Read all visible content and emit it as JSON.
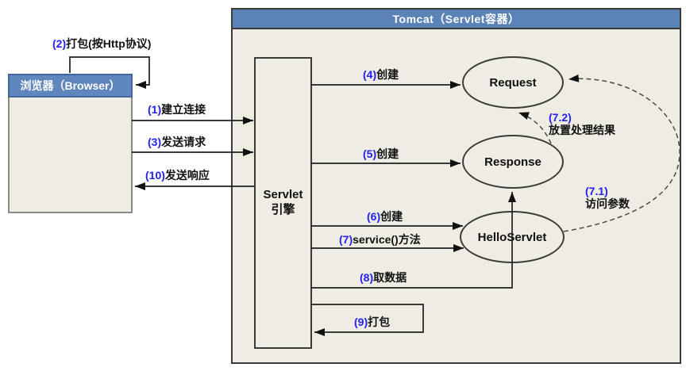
{
  "diagram": {
    "tomcat_title": "Tomcat（Servlet容器）",
    "browser_title": "浏览器（Browser）",
    "engine": {
      "line1": "Servlet",
      "line2": "引擎"
    },
    "nodes": {
      "request": "Request",
      "response": "Response",
      "helloservlet": "HelloServlet"
    },
    "labels": {
      "l1": {
        "num": "(1)",
        "text": "建立连接"
      },
      "l2": {
        "num": "(2)",
        "text": "打包(按Http协议)"
      },
      "l3": {
        "num": "(3)",
        "text": "发送请求"
      },
      "l4": {
        "num": "(4)",
        "text": "创建"
      },
      "l5": {
        "num": "(5)",
        "text": "创建"
      },
      "l6": {
        "num": "(6)",
        "text": "创建"
      },
      "l7": {
        "num": "(7)",
        "text": "service()方法"
      },
      "l8": {
        "num": "(8)",
        "text": "取数据"
      },
      "l9": {
        "num": "(9)",
        "text": "打包"
      },
      "l10": {
        "num": "(10)",
        "text": "发送响应"
      },
      "l71": {
        "num": "(7.1)",
        "text": "访问参数"
      },
      "l72": {
        "num": "(7.2)",
        "text": "放置处理结果"
      }
    },
    "colors": {
      "header_blue": "#5b83b8",
      "header_border": "#41689f",
      "box_fill": "#efece3",
      "box_border": "#3b3b38",
      "number_blue": "#2222ee",
      "solid_line": "#1f1f1f",
      "dashed_line": "#4a4a46"
    }
  }
}
